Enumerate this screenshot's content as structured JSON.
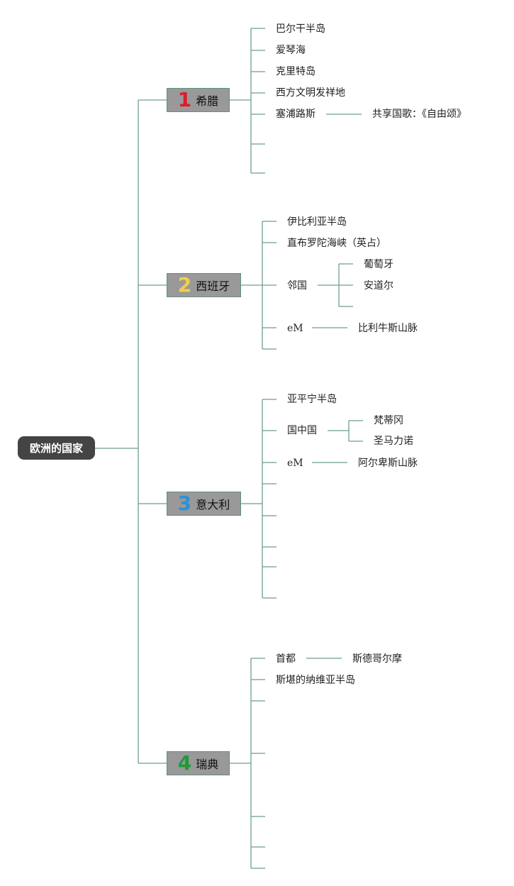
{
  "root": {
    "label": "欧洲的国家"
  },
  "countries": [
    {
      "number": "1",
      "name": "希腊",
      "number_color": "#d81e2c",
      "items": [
        "巴尔干半岛",
        "爱琴海",
        "克里特岛",
        "西方文明发祥地",
        "塞浦路斯"
      ],
      "cyprus_note": "共享国歌：《自由颂》"
    },
    {
      "number": "2",
      "name": "西班牙",
      "number_color": "#f2cf4a",
      "items": [
        "伊比利亚半岛",
        "直布罗陀海峡（英占）",
        "邻国",
        "eM"
      ],
      "neighbors": [
        "葡萄牙",
        "安道尔"
      ],
      "mountain": "比利牛斯山脉"
    },
    {
      "number": "3",
      "name": "意大利",
      "number_color": "#2e8fd8",
      "items": [
        "亚平宁半岛",
        "国中国",
        "eM"
      ],
      "enclaves": [
        "梵蒂冈",
        "圣马力诺"
      ],
      "mountain": "阿尔卑斯山脉"
    },
    {
      "number": "4",
      "name": "瑞典",
      "number_color": "#1f9a3a",
      "items": [
        "首都",
        "斯堪的纳维亚半岛"
      ],
      "capital": "斯德哥尔摩"
    }
  ],
  "colors": {
    "line": "#6e9e8e",
    "root_bg": "#444444",
    "node_bg": "#999999"
  }
}
